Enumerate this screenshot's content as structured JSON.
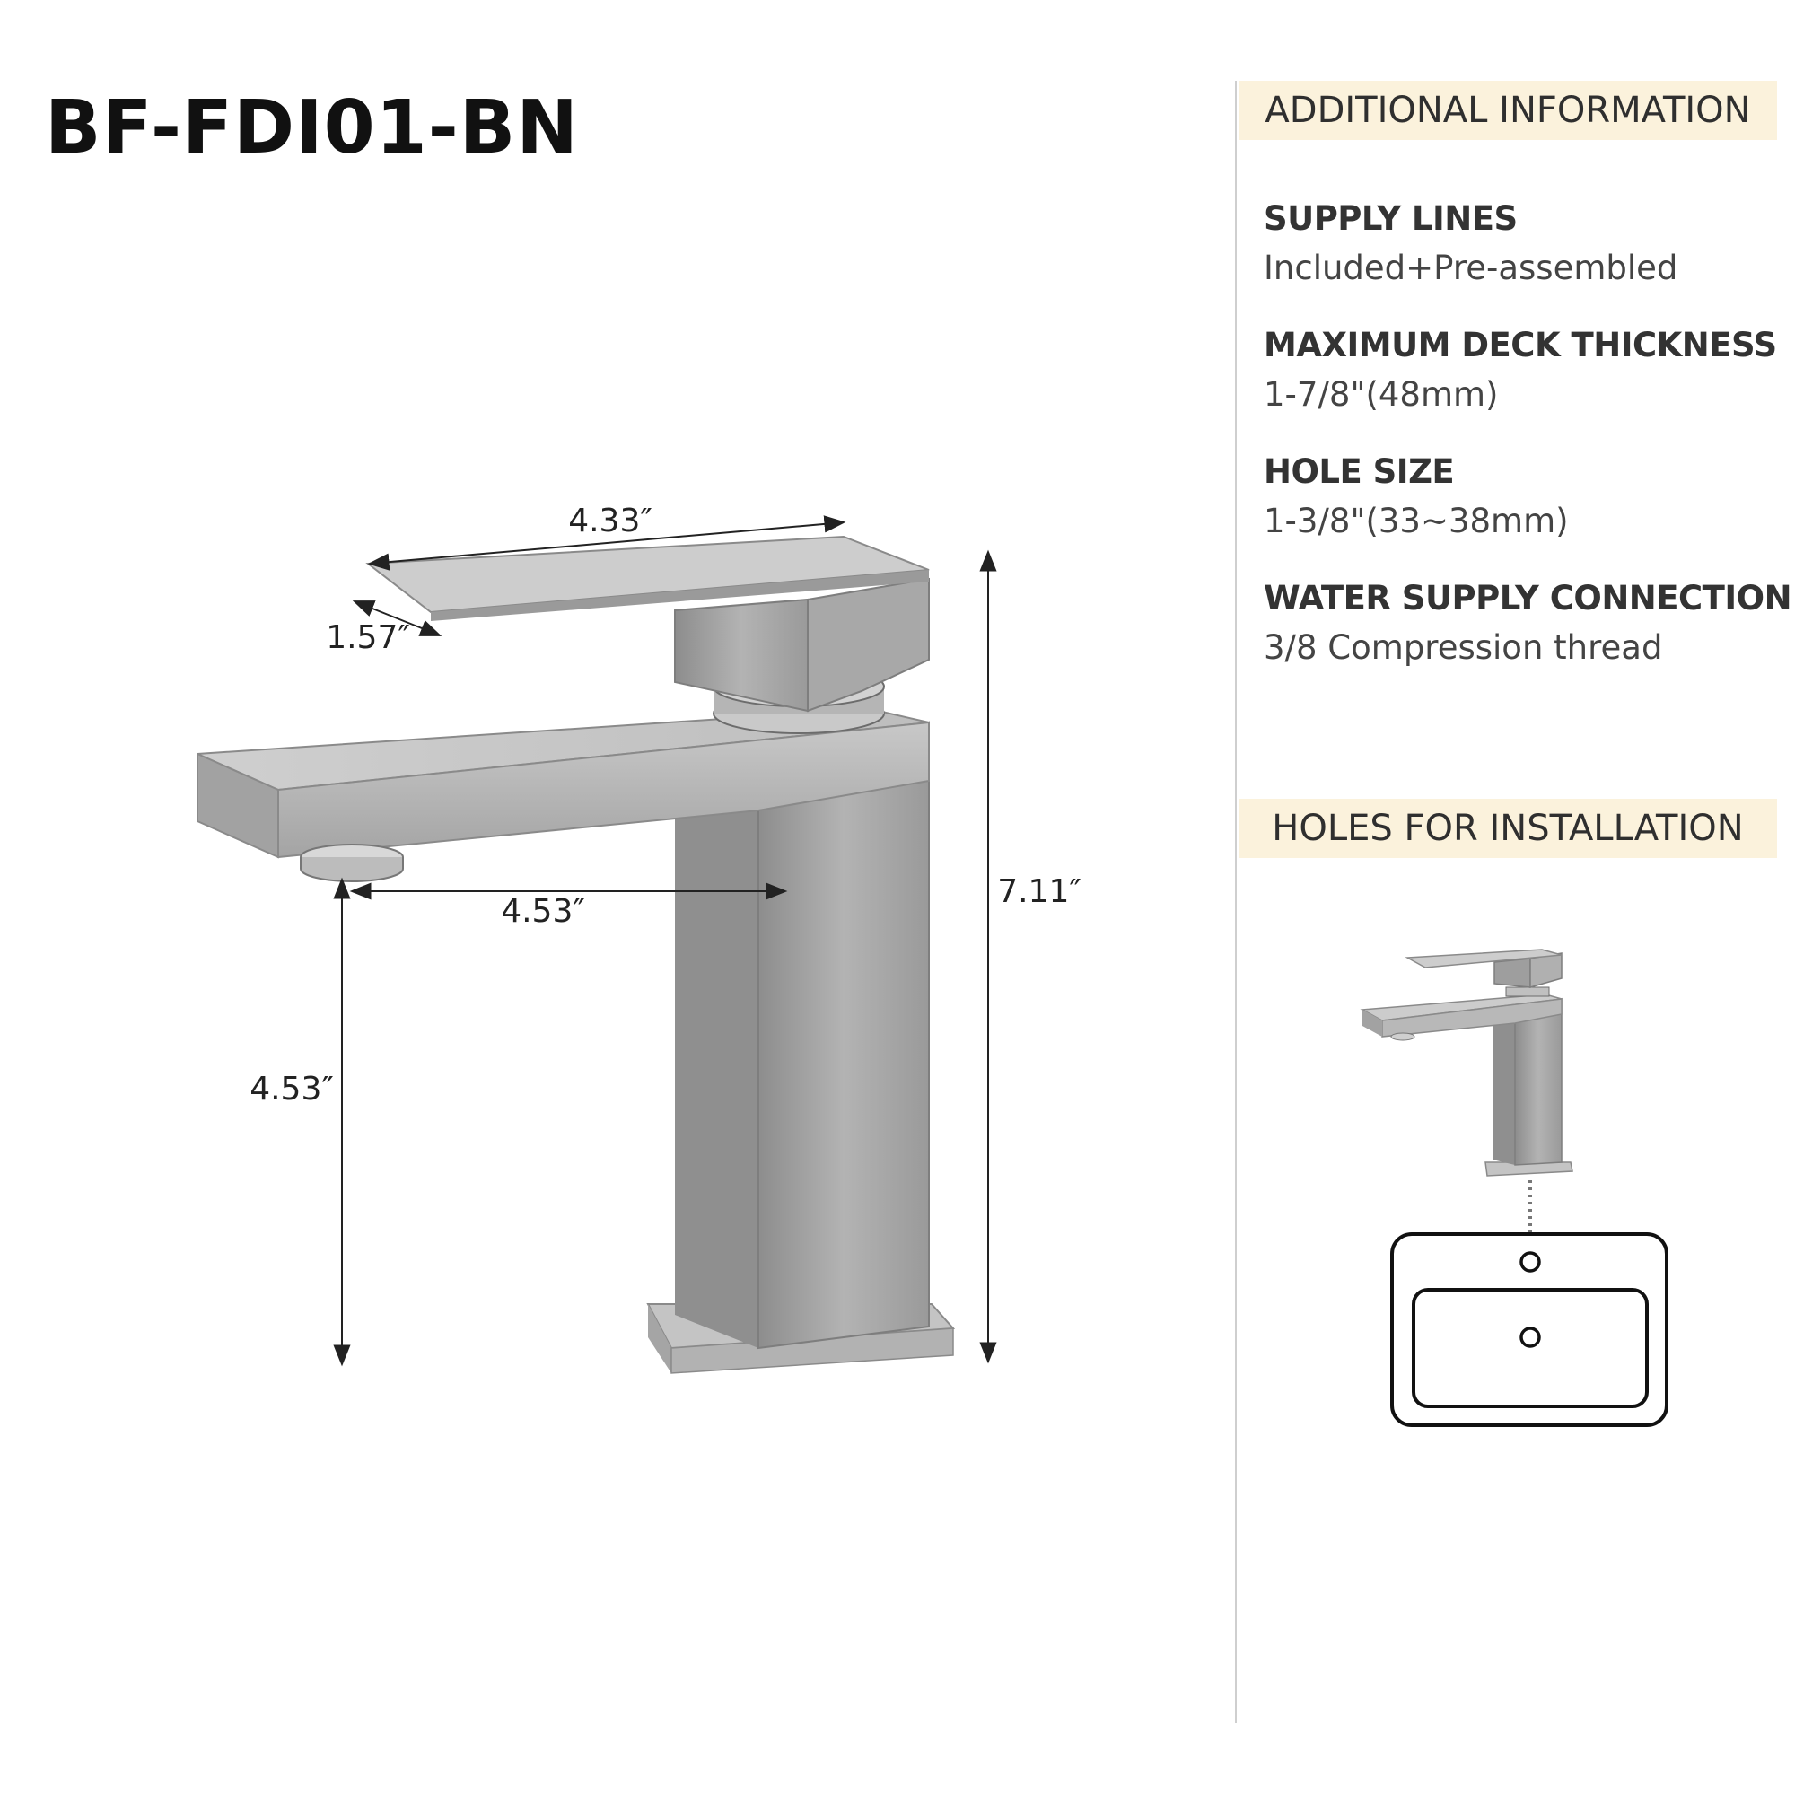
{
  "product": {
    "model": "BF-FDI01-BN"
  },
  "dimensions": {
    "handle_length": "4.33″",
    "handle_width": "1.57″",
    "spout_reach": "4.53″",
    "spout_height": "4.53″",
    "total_height": "7.11″"
  },
  "additional_info": {
    "heading": "ADDITIONAL INFORMATION",
    "specs": [
      {
        "label": "SUPPLY LINES",
        "value": "Included+Pre-assembled"
      },
      {
        "label": "MAXIMUM DECK THICKNESS",
        "value": "1-7/8\"(48mm)"
      },
      {
        "label": "HOLE SIZE",
        "value": "1-3/8\"(33~38mm)"
      },
      {
        "label": "WATER SUPPLY CONNECTION",
        "value": "3/8 Compression thread"
      }
    ]
  },
  "installation": {
    "heading": "HOLES FOR INSTALLATION"
  },
  "colors": {
    "band_background": "#fbf2dc",
    "metal": "#a9a9a9",
    "divider": "#cfcfcf"
  }
}
